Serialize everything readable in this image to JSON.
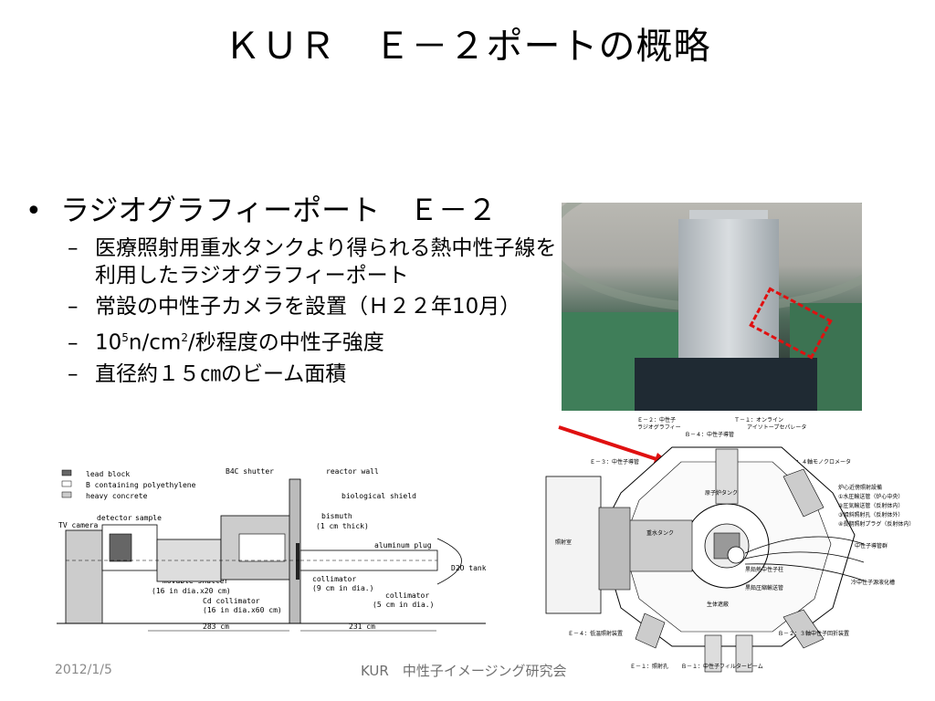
{
  "slide": {
    "title": "ＫＵＲ　Ｅ－２ポートの概略",
    "bullet_main": "ラジオグラフィーポート　Ｅ－２",
    "sub_items": [
      {
        "text": "医療照射用重水タンクより得られる熱中性子線を利用したラジオグラフィーポート"
      },
      {
        "text": "常設の中性子カメラを設置（Ｈ２２年10月）"
      },
      {
        "pre": "10",
        "sup1": "5",
        "mid": "n/cm",
        "sup2": "2",
        "post": "/秒程度の中性子強度"
      },
      {
        "text": "直径約１５㎝のビーム面積"
      }
    ],
    "footer_date": "2012/1/5",
    "footer_center": "KUR　中性子イメージング研究会"
  },
  "left_diagram": {
    "legend": [
      "lead block",
      "B containing polyethylene",
      "heavy concrete"
    ],
    "labels": {
      "b4c_shutter": "B4C shutter",
      "reactor_wall": "reactor wall",
      "biological_shield": "biological shield",
      "tv_camera": "TV camera",
      "detector": "detector",
      "sample": "sample",
      "bismuth": "bismuth",
      "bismuth_thick": "(1 cm thick)",
      "aluminum_plug": "aluminum plug",
      "d2o_tank": "D2O tank",
      "movable_shutter": "movable shutter",
      "movable_shutter_dim": "(16 in dia.x20 cm)",
      "collimator1": "collimator",
      "collimator1_dim": "(9 cm in dia.)",
      "collimator2": "collimator",
      "collimator2_dim": "(5 cm in dia.)",
      "cd_collimator": "Cd collimator",
      "cd_collimator_dim": "(16 in dia.x60 cm)",
      "dim_283": "283 cm",
      "dim_231": "231 cm"
    }
  },
  "right_diagram": {
    "labels": {
      "e2": "Ｅ－２：中性子",
      "e2b": "ラジオグラフィー",
      "t1": "Ｔ－１：オンライン",
      "t1b": "アイソトープセパレータ",
      "b4": "Ｂ－４：中性子導管",
      "e3": "Ｅ－３：中性子導管",
      "b3": "Ｂ－３：４軸モノクロメータ",
      "heavy_water_tank": "重水タンク",
      "reactor_tank": "原子炉タンク",
      "irradiation_room": "照射室",
      "pneumatic_1": "黒鉛熱中性子柱",
      "pneumatic_2": "黒鉛圧縮輸送管",
      "shield_door": "生体遮蔽",
      "list_title": "炉心近傍照射設備",
      "list_1": "①水圧輸送管（炉心中央）",
      "list_2": "②圧気輸送管（反射体内）",
      "list_3": "③傾斜照射孔（反射体外）",
      "list_4": "④長期照射プラグ（反射体内）",
      "neutron_guide": "中性子導管群",
      "cold_source": "冷中性子源液化槽",
      "e4": "Ｅ－４：低温照射装置",
      "b2": "Ｂ－２：３軸中性子回折装置",
      "e1": "Ｅ－１：照射孔",
      "b1": "Ｂ－１：中性子フィルタービーム"
    }
  },
  "colors": {
    "highlight": "#e01010",
    "footer": "#8a8a8a"
  }
}
